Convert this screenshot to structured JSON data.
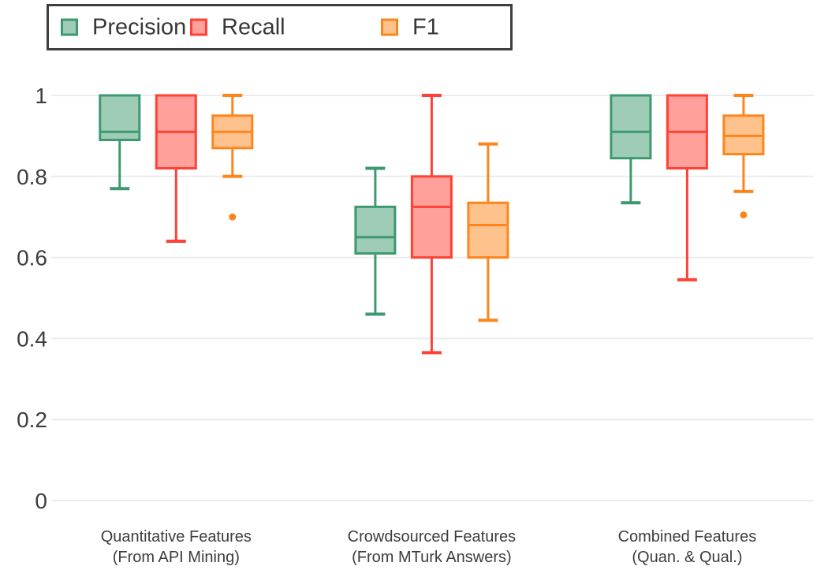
{
  "legend": {
    "items": [
      {
        "label": "Precision",
        "color": "#3D9970"
      },
      {
        "label": "Recall",
        "color": "#FF4136"
      },
      {
        "label": "F1",
        "color": "#FF851B"
      }
    ]
  },
  "axes": {
    "y_tick_labels": [
      "1",
      "0.8",
      "0.6",
      "0.4",
      "0.2",
      "0"
    ]
  },
  "chart_data": {
    "type": "box",
    "title": "",
    "xlabel": "",
    "ylabel": "",
    "ylim": [
      0,
      1.02
    ],
    "yticks": [
      1,
      0.8,
      0.6,
      0.4,
      0.2,
      0
    ],
    "grid": true,
    "legend_position": "top-left",
    "categories": [
      [
        "Quantitative Features",
        "(From API Mining)"
      ],
      [
        "Crowdsourced Features",
        "(From MTurk Answers)"
      ],
      [
        "Combined Features",
        "(Quan. & Qual.)"
      ]
    ],
    "series": [
      {
        "name": "Precision",
        "color": "#3D9970",
        "fill_opacity": 0.5,
        "boxes": [
          {
            "low": 0.77,
            "q1": 0.89,
            "median": 0.91,
            "q3": 1.0,
            "high": 1.0,
            "outliers": []
          },
          {
            "low": 0.46,
            "q1": 0.61,
            "median": 0.65,
            "q3": 0.725,
            "high": 0.82,
            "outliers": []
          },
          {
            "low": 0.735,
            "q1": 0.845,
            "median": 0.91,
            "q3": 1.0,
            "high": 1.0,
            "outliers": []
          }
        ]
      },
      {
        "name": "Recall",
        "color": "#FF4136",
        "fill_opacity": 0.5,
        "boxes": [
          {
            "low": 0.64,
            "q1": 0.82,
            "median": 0.91,
            "q3": 1.0,
            "high": 1.0,
            "outliers": []
          },
          {
            "low": 0.365,
            "q1": 0.6,
            "median": 0.725,
            "q3": 0.8,
            "high": 1.0,
            "outliers": []
          },
          {
            "low": 0.545,
            "q1": 0.82,
            "median": 0.91,
            "q3": 1.0,
            "high": 1.0,
            "outliers": []
          }
        ]
      },
      {
        "name": "F1",
        "color": "#FF851B",
        "fill_opacity": 0.5,
        "boxes": [
          {
            "low": 0.8,
            "q1": 0.87,
            "median": 0.91,
            "q3": 0.95,
            "high": 1.0,
            "outliers": [
              0.7
            ]
          },
          {
            "low": 0.445,
            "q1": 0.6,
            "median": 0.68,
            "q3": 0.735,
            "high": 0.88,
            "outliers": []
          },
          {
            "low": 0.763,
            "q1": 0.855,
            "median": 0.9,
            "q3": 0.95,
            "high": 1.0,
            "outliers": [
              0.705
            ]
          }
        ]
      }
    ]
  }
}
